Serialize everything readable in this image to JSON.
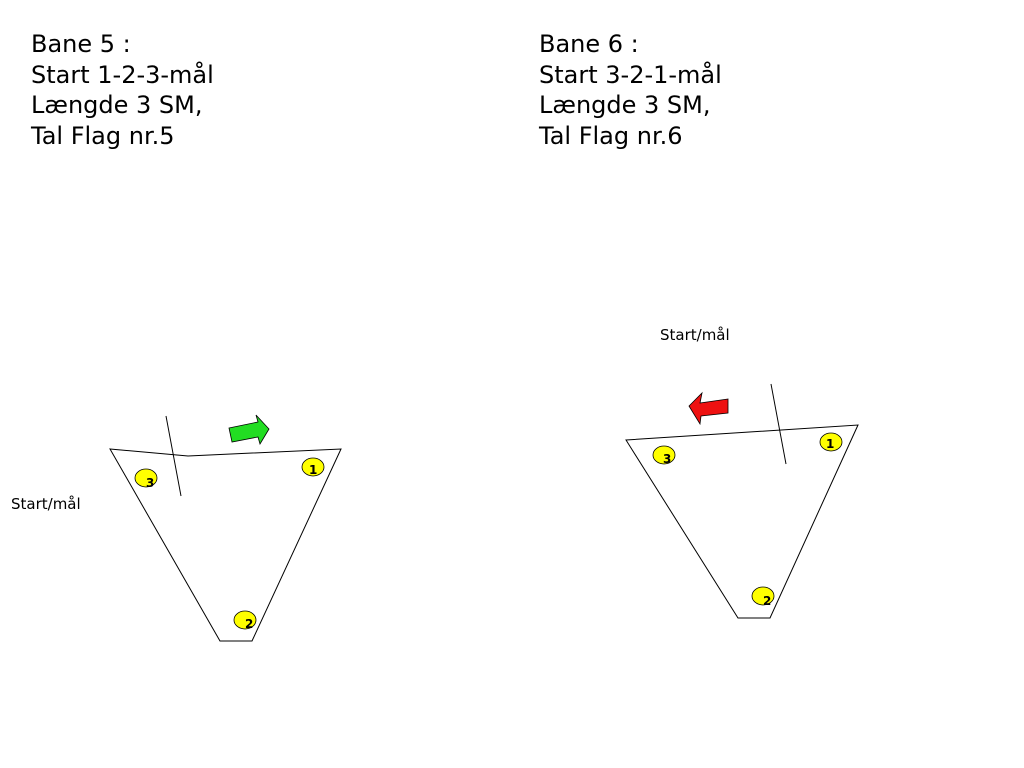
{
  "course_left": {
    "title": "Bane 5 :",
    "route": "Start 1-2-3-mål",
    "length": "Længde 3 SM,",
    "flag": "Tal Flag nr.5",
    "start_label": "Start/mål",
    "arrow_color": "#22dd22",
    "buoys": [
      "1",
      "2",
      "3"
    ]
  },
  "course_right": {
    "title": "Bane 6 :",
    "route": "Start 3-2-1-mål",
    "length": "Længde 3 SM,",
    "flag": "Tal Flag nr.6",
    "start_label": "Start/mål",
    "arrow_color": "#ee1111",
    "buoys": [
      "1",
      "2",
      "3"
    ]
  },
  "colors": {
    "buoy_fill": "#ffff00",
    "line": "#000000"
  }
}
